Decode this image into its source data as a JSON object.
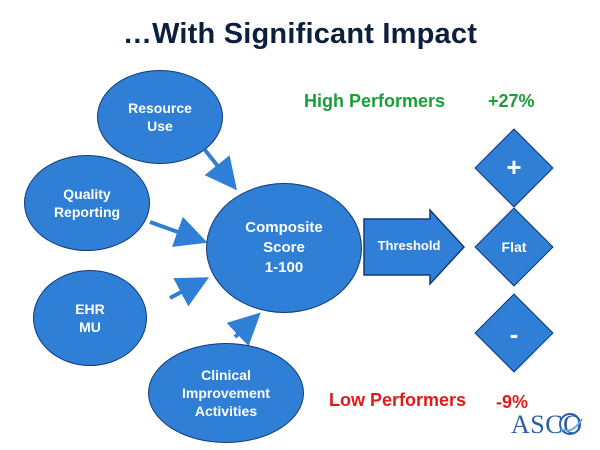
{
  "slide": {
    "title": "…With Significant Impact"
  },
  "inputs": [
    {
      "id": "resource-use",
      "label": "Resource\nUse"
    },
    {
      "id": "quality-reporting",
      "label": "Quality\nReporting"
    },
    {
      "id": "ehr-mu",
      "label": "EHR\nMU"
    },
    {
      "id": "clinical-improvement",
      "label": "Clinical\nImprovement\nActivities"
    }
  ],
  "composite": {
    "label": "Composite\nScore\n1-100"
  },
  "threshold": {
    "label": "Threshold"
  },
  "outcomes": {
    "plus": "+",
    "flat": "Flat",
    "minus": "-"
  },
  "performers": {
    "high": {
      "label": "High Performers",
      "value": "+27%"
    },
    "low": {
      "label": "Low Performers",
      "value": "-9%"
    }
  },
  "logo": {
    "text": "ASCO"
  },
  "colors": {
    "node_fill": "#2f7fd6",
    "node_border": "#123a78",
    "arrow": "#2f7fd6",
    "high": "#1a9e3a",
    "low": "#e01b1b",
    "title": "#0d1f3c"
  }
}
